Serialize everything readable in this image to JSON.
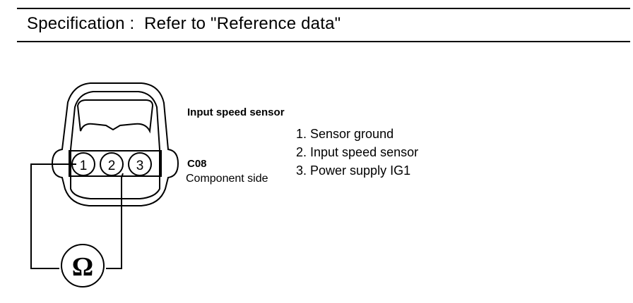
{
  "specification": "Specification :  Refer to \"Reference data\"",
  "sensor_name": "Input speed sensor",
  "connector": {
    "code": "C08",
    "side": "Component side",
    "terminals": [
      "1",
      "2",
      "3"
    ]
  },
  "pin_list": [
    "1. Sensor ground",
    "2. Input speed sensor",
    "3. Power supply IG1"
  ],
  "meter_symbol": "Ω",
  "icons": {
    "meter": "ohmmeter-icon",
    "connector": "connector-icon"
  }
}
